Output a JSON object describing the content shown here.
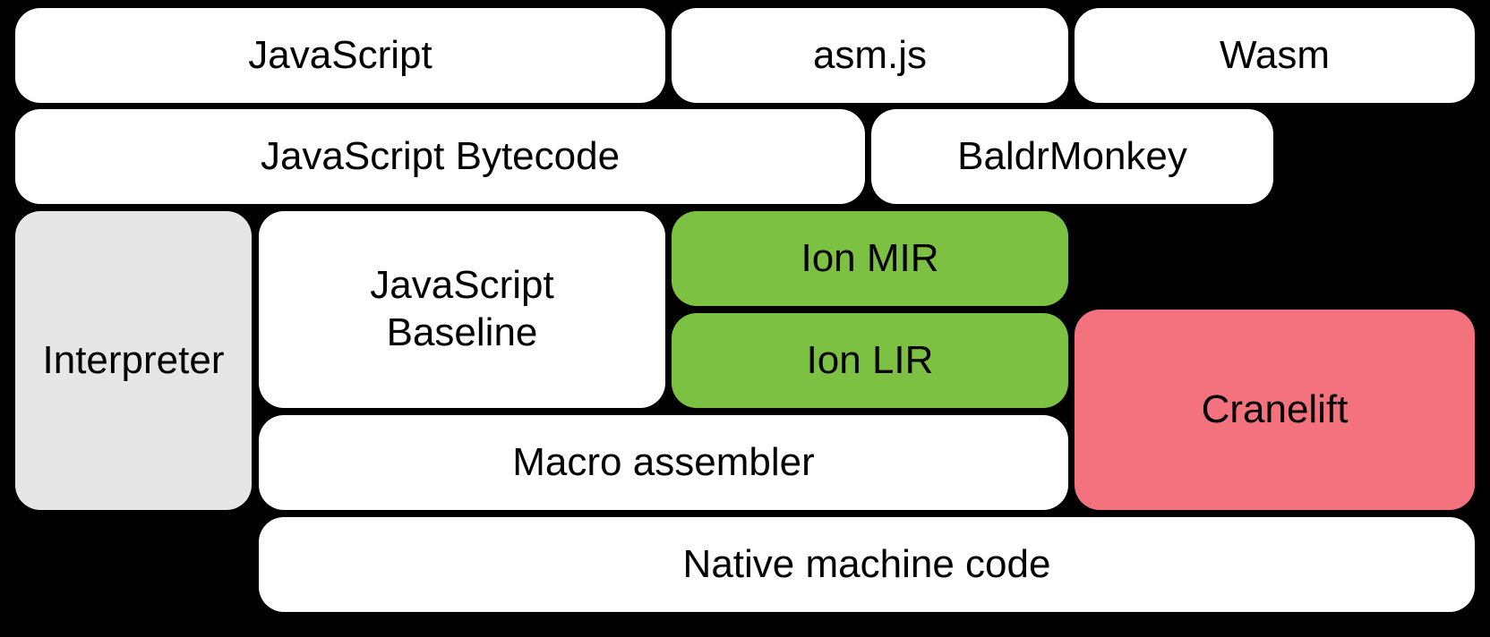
{
  "canvas": {
    "background": "#000000"
  },
  "colors": {
    "text": "#000000",
    "box_default": "#ffffff",
    "box_interpreter": "#e6e6e6",
    "box_ion": "#7dc142",
    "box_cranelift": "#f4717e"
  },
  "nodes": {
    "javascript": {
      "label": "JavaScript",
      "fill": "#ffffff"
    },
    "asmjs": {
      "label": "asm.js",
      "fill": "#ffffff"
    },
    "wasm": {
      "label": "Wasm",
      "fill": "#ffffff"
    },
    "bytecode": {
      "label": "JavaScript Bytecode",
      "fill": "#ffffff"
    },
    "baldrmonkey": {
      "label": "BaldrMonkey",
      "fill": "#ffffff"
    },
    "interpreter": {
      "label": "Interpreter",
      "fill": "#e6e6e6"
    },
    "baseline": {
      "label": "JavaScript Baseline",
      "fill": "#ffffff"
    },
    "ion_mir": {
      "label": "Ion MIR",
      "fill": "#7dc142"
    },
    "ion_lir": {
      "label": "Ion LIR",
      "fill": "#7dc142"
    },
    "cranelift": {
      "label": "Cranelift",
      "fill": "#f4717e"
    },
    "macro_assembler": {
      "label": "Macro assembler",
      "fill": "#ffffff"
    },
    "native": {
      "label": "Native machine code",
      "fill": "#ffffff"
    }
  }
}
